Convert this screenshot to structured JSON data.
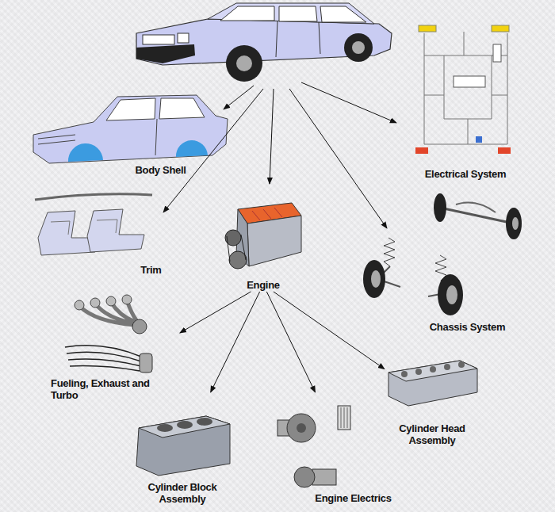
{
  "diagram": {
    "nodes": [
      {
        "text": [
          "Body Shell"
        ]
      },
      {
        "text": [
          "Electrical System"
        ]
      },
      {
        "text": [
          "Trim"
        ]
      },
      {
        "text": [
          "Engine"
        ]
      },
      {
        "text": [
          "Chassis System"
        ]
      },
      {
        "text": [
          "Fueling, Exhaust and Turbo"
        ]
      },
      {
        "text": [
          "Cylinder Head Assembly"
        ]
      },
      {
        "text": [
          "Cylinder Block Assembly"
        ]
      },
      {
        "text": [
          "Engine Electrics"
        ]
      }
    ],
    "edges": [
      {
        "from": 3,
        "to": 5,
        "arrow": "to"
      },
      {
        "from": 3,
        "to": 7,
        "arrow": "to"
      },
      {
        "from": 3,
        "to": 8,
        "arrow": "to"
      },
      {
        "from": 3,
        "to": 6,
        "arrow": "to"
      }
    ]
  }
}
